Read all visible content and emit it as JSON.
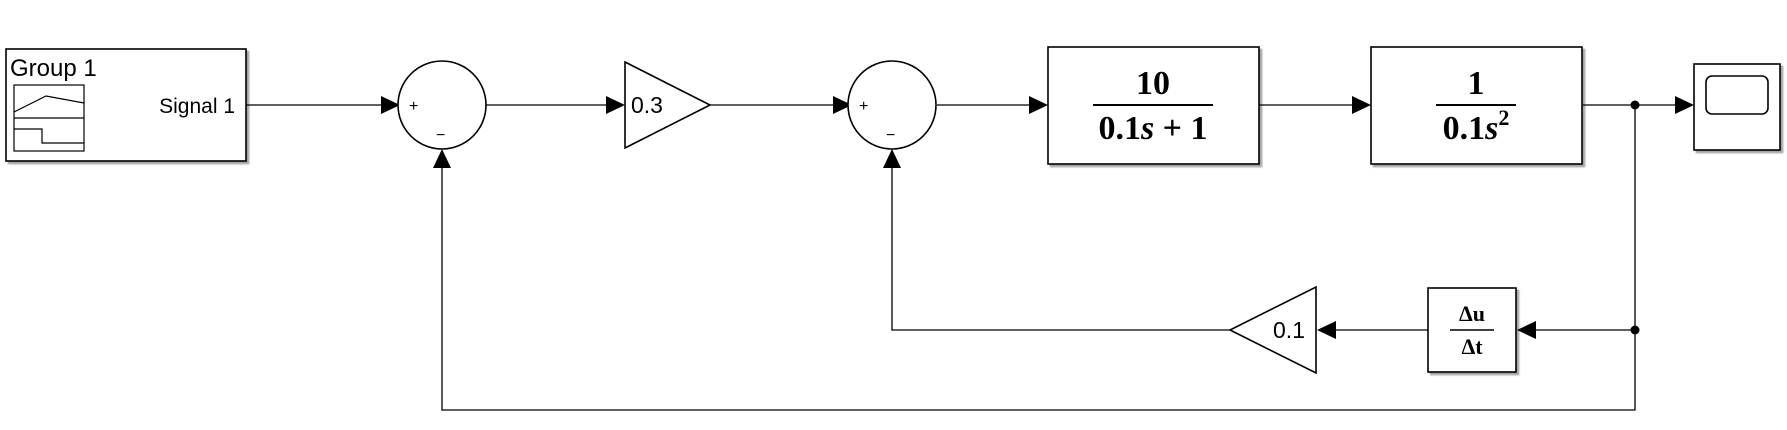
{
  "signal_builder": {
    "group_label": "Group 1",
    "signal_label": "Signal 1"
  },
  "sum1": {
    "sign_plus": "+",
    "sign_minus": "−"
  },
  "sum2": {
    "sign_plus": "+",
    "sign_minus": "−"
  },
  "gain1": {
    "value": "0.3"
  },
  "gain2": {
    "value": "0.1"
  },
  "tf1": {
    "numerator": "10",
    "denominator_prefix": "0.1",
    "denominator_var": "s",
    "denominator_suffix": " + 1"
  },
  "tf2": {
    "numerator": "1",
    "denominator_prefix": "0.1",
    "denominator_var": "s",
    "denominator_exp": "2"
  },
  "derivative": {
    "numerator": "Δu",
    "denominator": "Δt"
  },
  "scope": {
    "icon": "scope-icon"
  }
}
